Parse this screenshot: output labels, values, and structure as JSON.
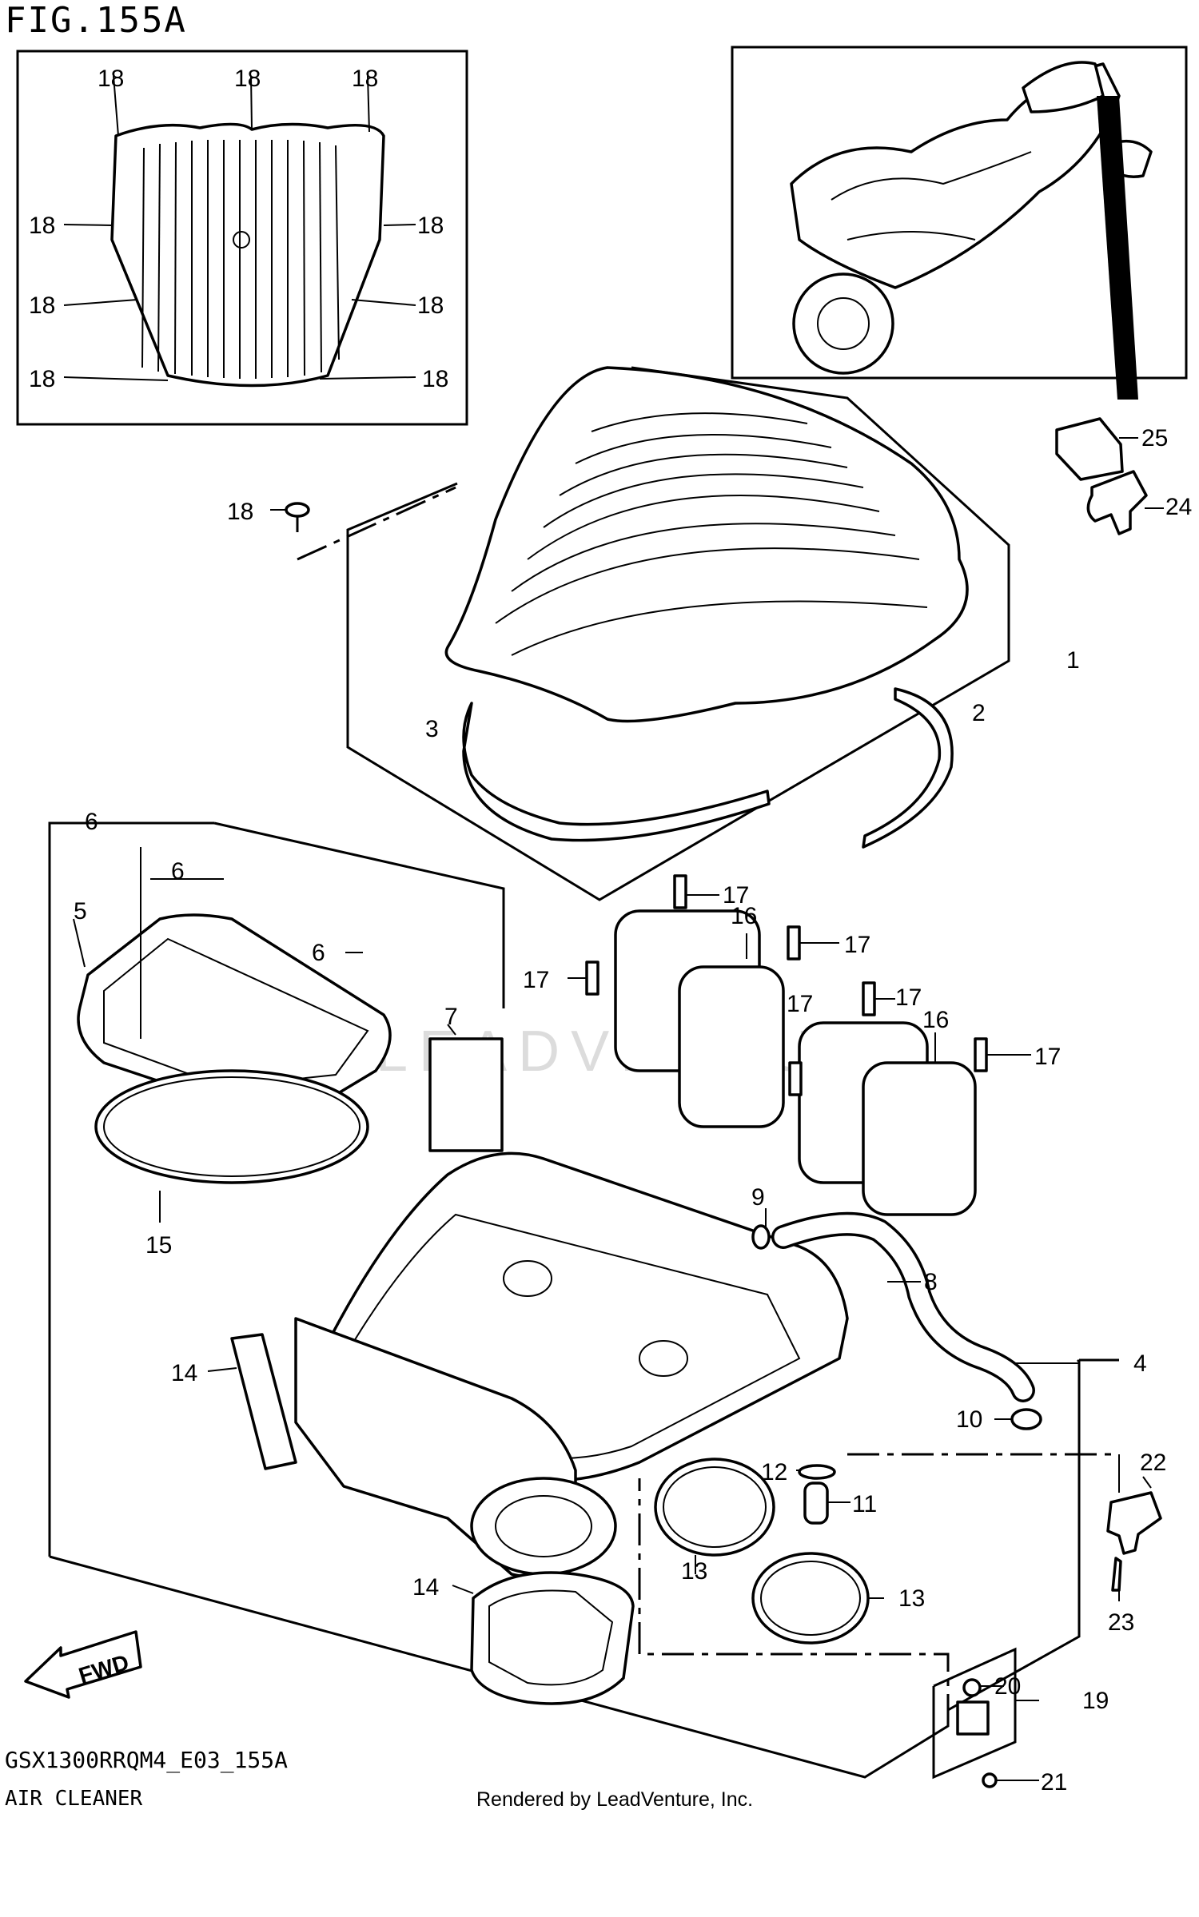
{
  "header": {
    "figure_title": "FIG.155A"
  },
  "footer": {
    "model_code": "GSX1300RRQM4_E03_155A",
    "section_name": "AIR CLEANER",
    "credit": "Rendered by LeadVenture, Inc."
  },
  "watermark": "LEADVENTURE",
  "inset_labels": [
    "18",
    "18",
    "18",
    "18",
    "18",
    "18",
    "18",
    "18",
    "18"
  ],
  "fwd_label": "FWD",
  "callouts": {
    "c1": "1",
    "c2": "2",
    "c3": "3",
    "c4": "4",
    "c5": "5",
    "c6a": "6",
    "c6b": "6",
    "c6c": "6",
    "c7": "7",
    "c8": "8",
    "c9": "9",
    "c10": "10",
    "c11": "11",
    "c12": "12",
    "c13a": "13",
    "c13b": "13",
    "c14a": "14",
    "c14b": "14",
    "c15": "15",
    "c16a": "16",
    "c16b": "16",
    "c17a": "17",
    "c17b": "17",
    "c17c": "17",
    "c17d": "17",
    "c17e": "17",
    "c17f": "17",
    "c18": "18",
    "c19": "19",
    "c20": "20",
    "c21": "21",
    "c22": "22",
    "c23": "23",
    "c24": "24",
    "c25": "25"
  }
}
